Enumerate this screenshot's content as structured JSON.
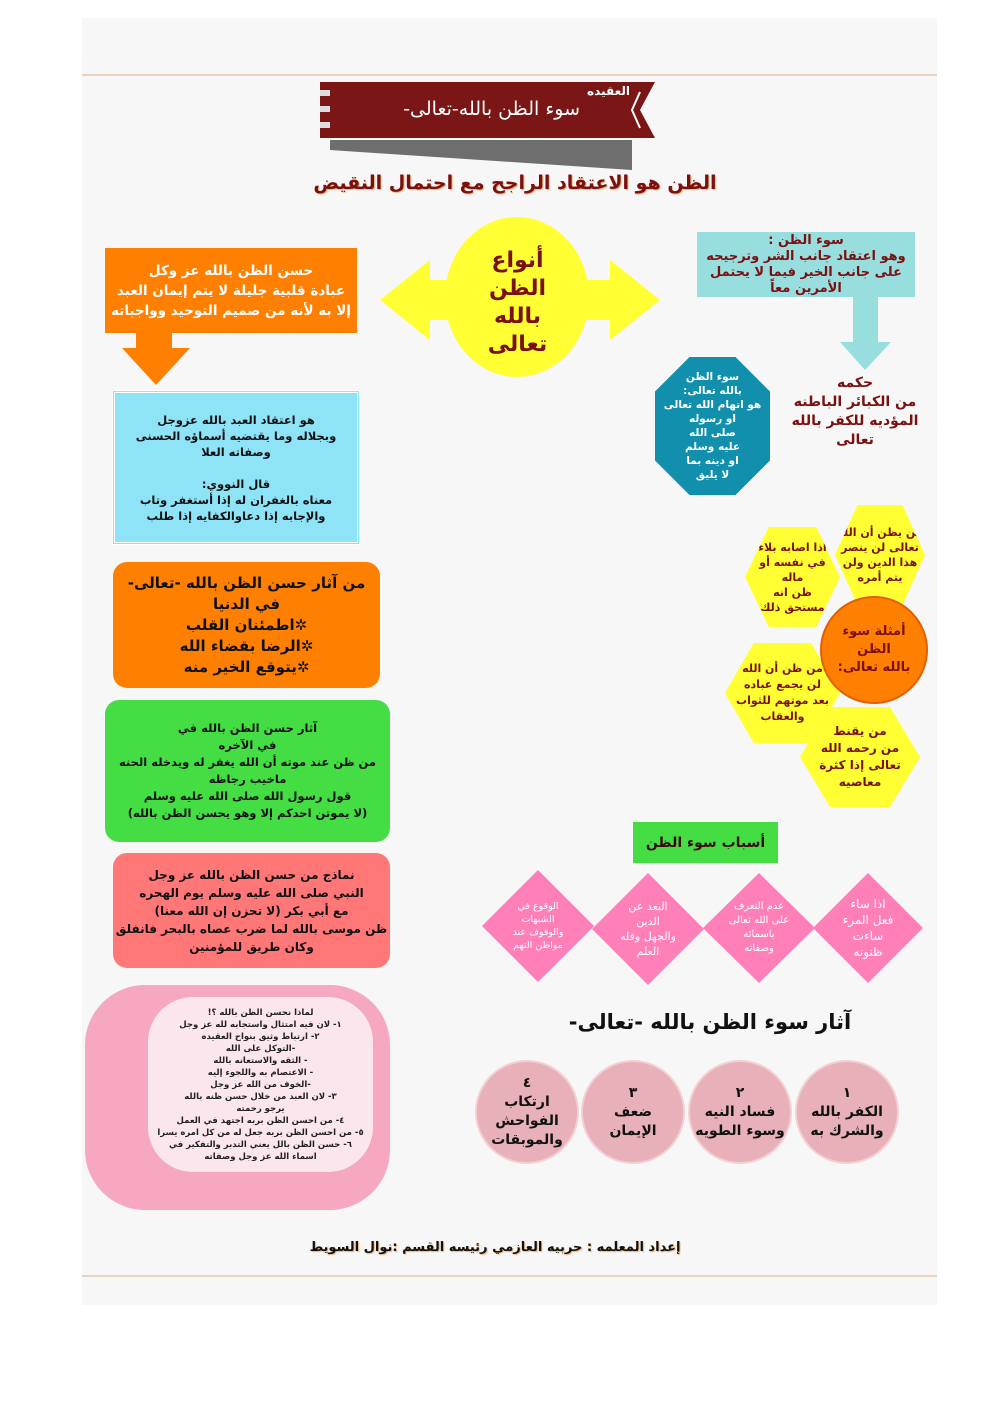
{
  "banner": {
    "category": "العقيده",
    "title": "سوء الظن بالله-تعالى-"
  },
  "definition": "الظن هو الاعتقاد الراجح مع احتمال النقيض",
  "types_center": [
    "أنواع",
    "الظن",
    "بالله",
    "تعالى"
  ],
  "good": {
    "lines": [
      "حسن الظن بالله عز وكل",
      "عبادة قلبية جليلة لا يتم إيمان العبد",
      "إلا به لأنه من صميم التوحيد وواجباته"
    ]
  },
  "good_def": {
    "lines": [
      "هو اعتقاد العبد بالله عزوجل",
      "وبجلاله وما يقتضيه أسماؤه الحسنى",
      "وصفاته العلا"
    ],
    "nawawi_title": "قال النووي:",
    "nawawi_lines": [
      "معناه بالغفران له إذا أستغفر وتاب",
      "والإجابه إذا دعاوالكفايه إذا طلب"
    ]
  },
  "bad": {
    "lines": [
      "سوء الظن :",
      "وهو اعتقاد جانب الشر وترجيحه",
      "على جانب الخير فيما لا يحتمل",
      "الأمرين معاً"
    ]
  },
  "ruling": {
    "lines": [
      "حكمه",
      "من الكبائر الباطنه",
      "المؤديه للكفر بالله",
      "تعالى"
    ]
  },
  "bad_def": {
    "lines": [
      "سوء الظن",
      "بالله تعالى:",
      "هو اتهام الله تعالى",
      "او رسوله",
      "صلى الله",
      "عليه وسلم",
      "او دينه بما",
      "لا يليق"
    ]
  },
  "examples": {
    "title": [
      "أمثلة سوء",
      "الظن",
      "بالله تعالى:"
    ],
    "items": [
      [
        "من يظن أن الله",
        "تعالى لن ينصر",
        "هذا الدين ولن",
        "يتم أمره"
      ],
      [
        "اذا اصابه بلاء",
        "في نفسه أو",
        "ماله",
        "ظن انه",
        "مستحق ذلك"
      ],
      [
        "من ظن أن الله",
        "لن يجمع عباده",
        "بعد موتهم للثواب",
        "والعقاب"
      ],
      [
        "من يقنط",
        "من رحمه الله",
        "تعالى إذا كثرة",
        "معاصيه"
      ]
    ]
  },
  "dunya": {
    "lines": [
      "من آثار حسن الظن بالله -تعالى-",
      "في الدنيا",
      "✲اطمئنان القلب",
      "✲الرضا بقضاء الله",
      "✲يتوقع الخير منه"
    ]
  },
  "akhira": {
    "lines": [
      "آثار حسن الظن بالله في",
      "في الآخره",
      "من ظن عند موته أن الله يغفر له ويدخله الحنه",
      "ماخيب رجاظه",
      "قول رسول الله صلى الله عليه وسلم",
      "(لا يموتن احدكم إلا وهو يحسن الظن بالله)"
    ]
  },
  "models": {
    "lines": [
      "نماذج من حسن الظن بالله عز وجل",
      "النبي صلى الله عليه وسلم يوم الهحره",
      "مع أبي بكر (لا تحزن إن الله معنا)",
      "ظن موسى بالله لما ضرب عصاه بالبحر فانفلق",
      "وكان طريق للمؤمنين"
    ]
  },
  "why": {
    "lines": [
      "لماذا نحسن الظن بالله ؟!",
      "١- لان فيه امتثال واستجابه لله عز وجل",
      "٢- ارتباط وثيق بنواح العقيده",
      "-التوكل على الله",
      "- الثقه والاستعانه بالله",
      "- الاعتصام به واللجوء إليه",
      "-الخوف من الله عز وجل",
      "٣- لان العبد من خلال حسن ظنه بالله",
      "يرجو رحمته",
      "٤- من احسن الظن بربه اجتهد في العمل",
      "٥- من احسن الظن بربه جعل له من كل امره يسرا",
      "٦- حسن الظن بالل يعني التدبر والتفكير في",
      "اسماء الله عز وجل وصفاته"
    ]
  },
  "causes": {
    "title": "أسباب سوء الظن",
    "items": [
      [
        "اذا ساء",
        "فعل المرء",
        "ساءت",
        "ظنونه"
      ],
      [
        "عدم التعرف",
        "على الله تعالى",
        "باسمائه",
        "وصفاته"
      ],
      [
        "البعد عن",
        "الدين",
        "والجهل وقله",
        "العلم"
      ],
      [
        "الوقوع في",
        "الشبهات",
        "والوقوف عند",
        "مواطن التهم"
      ]
    ]
  },
  "effects": {
    "title": "آثار سوء الظن بالله -تعالى-",
    "items": [
      {
        "n": "١",
        "lines": [
          "الكفر بالله",
          "والشرك به"
        ]
      },
      {
        "n": "٢",
        "lines": [
          "فساد النيه",
          "وسوء الطويه"
        ]
      },
      {
        "n": "٣",
        "lines": [
          "ضعف",
          "الإيمان"
        ]
      },
      {
        "n": "٤",
        "lines": [
          "ارتكاب",
          "الفواحش",
          "والموبقات"
        ]
      }
    ]
  },
  "footer": "إعداد المعلمه : حربيه العازمي رئيسه القسم :نوال السويط",
  "colors": {
    "maroon": "#7a1616",
    "orange": "#ff7f00",
    "yellow": "#ffff33",
    "teal": "#99dede",
    "dark_teal": "#138fae",
    "green": "#44dd44",
    "pink": "#ff80b8",
    "rose": "#e8b0b8"
  }
}
